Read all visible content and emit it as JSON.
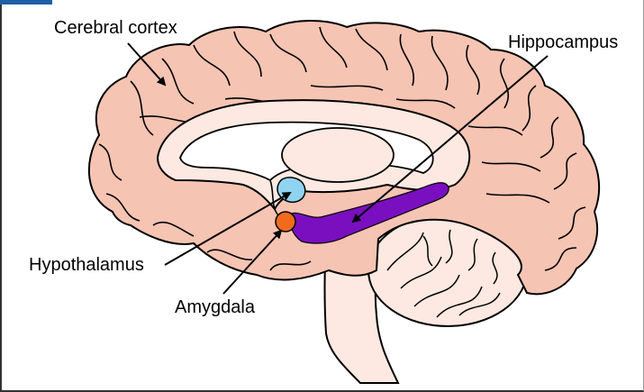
{
  "labels": {
    "cerebral_cortex": "Cerebral cortex",
    "hippocampus": "Hippocampus",
    "hypothalamus": "Hypothalamus",
    "amygdala": "Amygdala"
  },
  "colors": {
    "cortex": "#f6c4b3",
    "inner": "#fde9e1",
    "hypothalamus": "#8fd3f1",
    "amygdala": "#f26b1d",
    "hippocampus": "#7a0fbf",
    "outline": "#000000",
    "accent_bar": "#1f5fa8"
  }
}
